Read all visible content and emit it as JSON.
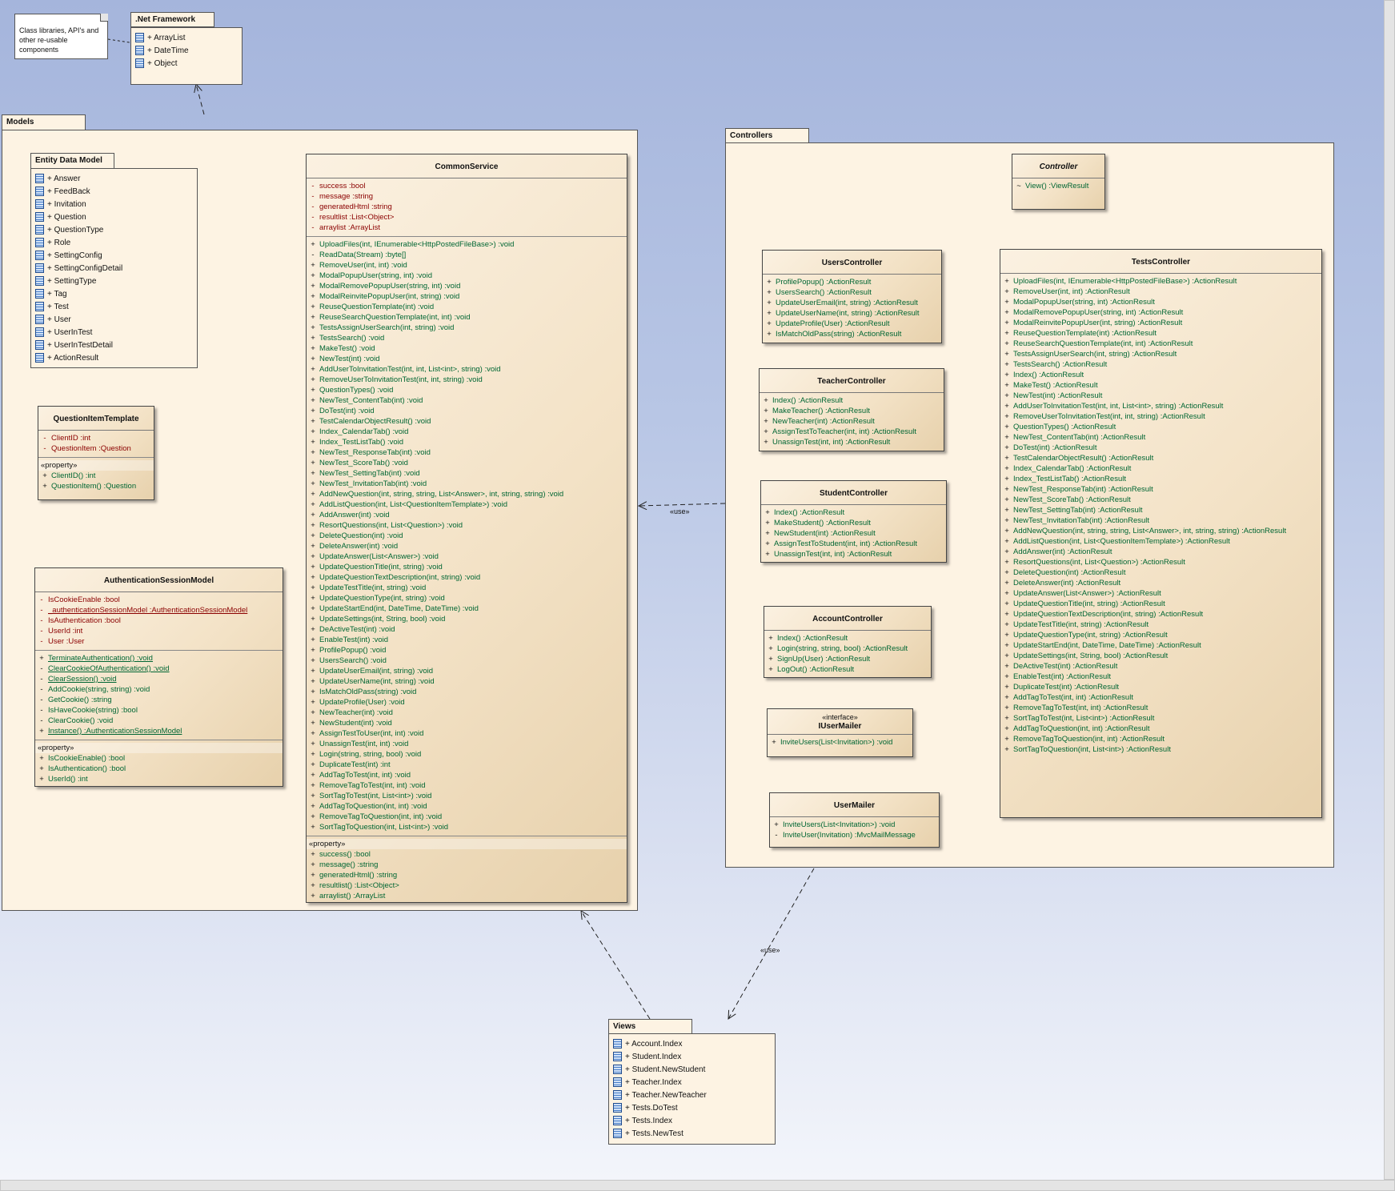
{
  "note": {
    "text": "Class libraries, API's and other re-usable components"
  },
  "net_framework": {
    "title": ".Net Framework",
    "items": [
      "+ ArrayList",
      "+ DateTime",
      "+ Object"
    ]
  },
  "models": {
    "title": "Models",
    "entity_data_model": {
      "title": "Entity Data Model",
      "items": [
        "+ Answer",
        "+ FeedBack",
        "+ Invitation",
        "+ Question",
        "+ QuestionType",
        "+ Role",
        "+ SettingConfig",
        "+ SettingConfigDetail",
        "+ SettingType",
        "+ Tag",
        "+ Test",
        "+ User",
        "+ UserInTest",
        "+ UserInTestDetail",
        "+ ActionResult"
      ]
    },
    "question_item_template": {
      "title": "QuestionItemTemplate",
      "attributes": [
        {
          "v": "-",
          "t": "ClientID  :int"
        },
        {
          "v": "-",
          "t": "QuestionItem  :Question"
        }
      ],
      "property_label": "«property»",
      "properties": [
        {
          "v": "+",
          "t": "ClientID()  :int"
        },
        {
          "v": "+",
          "t": "QuestionItem()  :Question"
        }
      ]
    },
    "auth_session_model": {
      "title": "AuthenticationSessionModel",
      "attributes": [
        {
          "v": "-",
          "t": "IsCookieEnable  :bool"
        },
        {
          "v": "-",
          "t": "_authenticationSessionModel  :AuthenticationSessionModel",
          "u": true
        },
        {
          "v": "-",
          "t": "IsAuthentication  :bool"
        },
        {
          "v": "-",
          "t": "UserId  :int"
        },
        {
          "v": "-",
          "t": "User  :User"
        }
      ],
      "methods": [
        {
          "v": "+",
          "t": "TerminateAuthentication()  :void",
          "u": true
        },
        {
          "v": "-",
          "t": "ClearCookieOfAuthentication()  :void",
          "u": true
        },
        {
          "v": "-",
          "t": "ClearSession()  :void",
          "u": true
        },
        {
          "v": "-",
          "t": "AddCookie(string, string)  :void"
        },
        {
          "v": "-",
          "t": "GetCookie()  :string"
        },
        {
          "v": "-",
          "t": "IsHaveCookie(string)  :bool"
        },
        {
          "v": "-",
          "t": "ClearCookie()  :void"
        },
        {
          "v": "+",
          "t": "Instance()  :AuthenticationSessionModel",
          "u": true
        }
      ],
      "property_label": "«property»",
      "properties": [
        {
          "v": "+",
          "t": "IsCookieEnable()  :bool"
        },
        {
          "v": "+",
          "t": "IsAuthentication()  :bool"
        },
        {
          "v": "+",
          "t": "UserId()  :int"
        }
      ]
    },
    "common_service": {
      "title": "CommonService",
      "attributes": [
        {
          "v": "-",
          "t": "success  :bool"
        },
        {
          "v": "-",
          "t": "message  :string"
        },
        {
          "v": "-",
          "t": "generatedHtml  :string"
        },
        {
          "v": "-",
          "t": "resultlist  :List<Object>"
        },
        {
          "v": "-",
          "t": "arraylist  :ArrayList"
        }
      ],
      "methods": [
        {
          "v": "+",
          "t": "UploadFiles(int, IEnumerable<HttpPostedFileBase>)  :void"
        },
        {
          "v": "-",
          "t": "ReadData(Stream)  :byte[]"
        },
        {
          "v": "+",
          "t": "RemoveUser(int, int)  :void"
        },
        {
          "v": "+",
          "t": "ModalPopupUser(string, int)  :void"
        },
        {
          "v": "+",
          "t": "ModalRemovePopupUser(string, int)  :void"
        },
        {
          "v": "+",
          "t": "ModalReinvitePopupUser(int, string)  :void"
        },
        {
          "v": "+",
          "t": "ReuseQuestionTemplate(int)  :void"
        },
        {
          "v": "+",
          "t": "ReuseSearchQuestionTemplate(int, int)  :void"
        },
        {
          "v": "+",
          "t": "TestsAssignUserSearch(int, string)  :void"
        },
        {
          "v": "+",
          "t": "TestsSearch()  :void"
        },
        {
          "v": "+",
          "t": "MakeTest()  :void"
        },
        {
          "v": "+",
          "t": "NewTest(int)  :void"
        },
        {
          "v": "+",
          "t": "AddUserToInvitationTest(int, int, List<int>, string)  :void"
        },
        {
          "v": "+",
          "t": "RemoveUserToInvitationTest(int, int, string)  :void"
        },
        {
          "v": "+",
          "t": "QuestionTypes()  :void"
        },
        {
          "v": "+",
          "t": "NewTest_ContentTab(int)  :void"
        },
        {
          "v": "+",
          "t": "DoTest(int)  :void"
        },
        {
          "v": "+",
          "t": "TestCalendarObjectResult()  :void"
        },
        {
          "v": "+",
          "t": "Index_CalendarTab()  :void"
        },
        {
          "v": "+",
          "t": "Index_TestListTab()  :void"
        },
        {
          "v": "+",
          "t": "NewTest_ResponseTab(int)  :void"
        },
        {
          "v": "+",
          "t": "NewTest_ScoreTab()  :void"
        },
        {
          "v": "+",
          "t": "NewTest_SettingTab(int)  :void"
        },
        {
          "v": "+",
          "t": "NewTest_InvitationTab(int)  :void"
        },
        {
          "v": "+",
          "t": "AddNewQuestion(int, string, string, List<Answer>, int, string, string)  :void"
        },
        {
          "v": "+",
          "t": "AddListQuestion(int, List<QuestionItemTemplate>)  :void"
        },
        {
          "v": "+",
          "t": "AddAnswer(int)  :void"
        },
        {
          "v": "+",
          "t": "ResortQuestions(int, List<Question>)  :void"
        },
        {
          "v": "+",
          "t": "DeleteQuestion(int)  :void"
        },
        {
          "v": "+",
          "t": "DeleteAnswer(int)  :void"
        },
        {
          "v": "+",
          "t": "UpdateAnswer(List<Answer>)  :void"
        },
        {
          "v": "+",
          "t": "UpdateQuestionTitle(int, string)  :void"
        },
        {
          "v": "+",
          "t": "UpdateQuestionTextDescription(int, string)  :void"
        },
        {
          "v": "+",
          "t": "UpdateTestTitle(int, string)  :void"
        },
        {
          "v": "+",
          "t": "UpdateQuestionType(int, string)  :void"
        },
        {
          "v": "+",
          "t": "UpdateStartEnd(int, DateTime, DateTime)  :void"
        },
        {
          "v": "+",
          "t": "UpdateSettings(int, String, bool)  :void"
        },
        {
          "v": "+",
          "t": "DeActiveTest(int)  :void"
        },
        {
          "v": "+",
          "t": "EnableTest(int)  :void"
        },
        {
          "v": "+",
          "t": "ProfilePopup()  :void"
        },
        {
          "v": "+",
          "t": "UsersSearch()  :void"
        },
        {
          "v": "+",
          "t": "UpdateUserEmail(int, string)  :void"
        },
        {
          "v": "+",
          "t": "UpdateUserName(int, string)  :void"
        },
        {
          "v": "+",
          "t": "IsMatchOldPass(string)  :void"
        },
        {
          "v": "+",
          "t": "UpdateProfile(User)  :void"
        },
        {
          "v": "+",
          "t": "NewTeacher(int)  :void"
        },
        {
          "v": "+",
          "t": "NewStudent(int)  :void"
        },
        {
          "v": "+",
          "t": "AssignTestToUser(int, int)  :void"
        },
        {
          "v": "+",
          "t": "UnassignTest(int, int)  :void"
        },
        {
          "v": "+",
          "t": "Login(string, string, bool)  :void"
        },
        {
          "v": "+",
          "t": "DuplicateTest(int)  :int"
        },
        {
          "v": "+",
          "t": "AddTagToTest(int, int)  :void"
        },
        {
          "v": "+",
          "t": "RemoveTagToTest(int, int)  :void"
        },
        {
          "v": "+",
          "t": "SortTagToTest(int, List<int>)  :void"
        },
        {
          "v": "+",
          "t": "AddTagToQuestion(int, int)  :void"
        },
        {
          "v": "+",
          "t": "RemoveTagToQuestion(int, int)  :void"
        },
        {
          "v": "+",
          "t": "SortTagToQuestion(int, List<int>)  :void"
        }
      ],
      "property_label": "«property»",
      "properties": [
        {
          "v": "+",
          "t": "success()  :bool"
        },
        {
          "v": "+",
          "t": "message()  :string"
        },
        {
          "v": "+",
          "t": "generatedHtml()  :string"
        },
        {
          "v": "+",
          "t": "resultlist()  :List<Object>"
        },
        {
          "v": "+",
          "t": "arraylist()  :ArrayList"
        }
      ]
    }
  },
  "controllers": {
    "title": "Controllers",
    "controller": {
      "title": "Controller",
      "methods": [
        {
          "v": "~",
          "t": "View()  :ViewResult"
        }
      ]
    },
    "users_controller": {
      "title": "UsersController",
      "methods": [
        {
          "v": "+",
          "t": "ProfilePopup()  :ActionResult"
        },
        {
          "v": "+",
          "t": "UsersSearch()  :ActionResult"
        },
        {
          "v": "+",
          "t": "UpdateUserEmail(int, string)  :ActionResult"
        },
        {
          "v": "+",
          "t": "UpdateUserName(int, string)  :ActionResult"
        },
        {
          "v": "+",
          "t": "UpdateProfile(User)  :ActionResult"
        },
        {
          "v": "+",
          "t": "IsMatchOldPass(string)  :ActionResult"
        }
      ]
    },
    "teacher_controller": {
      "title": "TeacherController",
      "methods": [
        {
          "v": "+",
          "t": "Index()  :ActionResult"
        },
        {
          "v": "+",
          "t": "MakeTeacher()  :ActionResult"
        },
        {
          "v": "+",
          "t": "NewTeacher(int)  :ActionResult"
        },
        {
          "v": "+",
          "t": "AssignTestToTeacher(int, int)  :ActionResult"
        },
        {
          "v": "+",
          "t": "UnassignTest(int, int)  :ActionResult"
        }
      ]
    },
    "student_controller": {
      "title": "StudentController",
      "methods": [
        {
          "v": "+",
          "t": "Index()  :ActionResult"
        },
        {
          "v": "+",
          "t": "MakeStudent()  :ActionResult"
        },
        {
          "v": "+",
          "t": "NewStudent(int)  :ActionResult"
        },
        {
          "v": "+",
          "t": "AssignTestToStudent(int, int)  :ActionResult"
        },
        {
          "v": "+",
          "t": "UnassignTest(int, int)  :ActionResult"
        }
      ]
    },
    "account_controller": {
      "title": "AccountController",
      "methods": [
        {
          "v": "+",
          "t": "Index()  :ActionResult"
        },
        {
          "v": "+",
          "t": "Login(string, string, bool)  :ActionResult"
        },
        {
          "v": "+",
          "t": "SignUp(User)  :ActionResult"
        },
        {
          "v": "+",
          "t": "LogOut()  :ActionResult"
        }
      ]
    },
    "iusermailer": {
      "stereotype": "«interface»",
      "title": "IUserMailer",
      "methods": [
        {
          "v": "+",
          "t": "InviteUsers(List<Invitation>)  :void"
        }
      ]
    },
    "usermailer": {
      "title": "UserMailer",
      "methods": [
        {
          "v": "+",
          "t": "InviteUsers(List<Invitation>)  :void"
        },
        {
          "v": "-",
          "t": "InviteUser(Invitation)  :MvcMailMessage"
        }
      ]
    },
    "tests_controller": {
      "title": "TestsController",
      "methods": [
        {
          "v": "+",
          "t": "UploadFiles(int, IEnumerable<HttpPostedFileBase>)  :ActionResult"
        },
        {
          "v": "+",
          "t": "RemoveUser(int, int)  :ActionResult"
        },
        {
          "v": "+",
          "t": "ModalPopupUser(string, int)  :ActionResult"
        },
        {
          "v": "+",
          "t": "ModalRemovePopupUser(string, int)  :ActionResult"
        },
        {
          "v": "+",
          "t": "ModalReinvitePopupUser(int, string)  :ActionResult"
        },
        {
          "v": "+",
          "t": "ReuseQuestionTemplate(int)  :ActionResult"
        },
        {
          "v": "+",
          "t": "ReuseSearchQuestionTemplate(int, int)  :ActionResult"
        },
        {
          "v": "+",
          "t": "TestsAssignUserSearch(int, string)  :ActionResult"
        },
        {
          "v": "+",
          "t": "TestsSearch()  :ActionResult"
        },
        {
          "v": "+",
          "t": "Index()  :ActionResult"
        },
        {
          "v": "+",
          "t": "MakeTest()  :ActionResult"
        },
        {
          "v": "+",
          "t": "NewTest(int)  :ActionResult"
        },
        {
          "v": "+",
          "t": "AddUserToInvitationTest(int, int, List<int>, string)  :ActionResult"
        },
        {
          "v": "+",
          "t": "RemoveUserToInvitationTest(int, int, string)  :ActionResult"
        },
        {
          "v": "+",
          "t": "QuestionTypes()  :ActionResult"
        },
        {
          "v": "+",
          "t": "NewTest_ContentTab(int)  :ActionResult"
        },
        {
          "v": "+",
          "t": "DoTest(int)  :ActionResult"
        },
        {
          "v": "+",
          "t": "TestCalendarObjectResult()  :ActionResult"
        },
        {
          "v": "+",
          "t": "Index_CalendarTab()  :ActionResult"
        },
        {
          "v": "+",
          "t": "Index_TestListTab()  :ActionResult"
        },
        {
          "v": "+",
          "t": "NewTest_ResponseTab(int)  :ActionResult"
        },
        {
          "v": "+",
          "t": "NewTest_ScoreTab()  :ActionResult"
        },
        {
          "v": "+",
          "t": "NewTest_SettingTab(int)  :ActionResult"
        },
        {
          "v": "+",
          "t": "NewTest_InvitationTab(int)  :ActionResult"
        },
        {
          "v": "+",
          "t": "AddNewQuestion(int, string, string, List<Answer>, int, string, string)  :ActionResult"
        },
        {
          "v": "+",
          "t": "AddListQuestion(int, List<QuestionItemTemplate>)  :ActionResult"
        },
        {
          "v": "+",
          "t": "AddAnswer(int)  :ActionResult"
        },
        {
          "v": "+",
          "t": "ResortQuestions(int, List<Question>)  :ActionResult"
        },
        {
          "v": "+",
          "t": "DeleteQuestion(int)  :ActionResult"
        },
        {
          "v": "+",
          "t": "DeleteAnswer(int)  :ActionResult"
        },
        {
          "v": "+",
          "t": "UpdateAnswer(List<Answer>)  :ActionResult"
        },
        {
          "v": "+",
          "t": "UpdateQuestionTitle(int, string)  :ActionResult"
        },
        {
          "v": "+",
          "t": "UpdateQuestionTextDescription(int, string)  :ActionResult"
        },
        {
          "v": "+",
          "t": "UpdateTestTitle(int, string)  :ActionResult"
        },
        {
          "v": "+",
          "t": "UpdateQuestionType(int, string)  :ActionResult"
        },
        {
          "v": "+",
          "t": "UpdateStartEnd(int, DateTime, DateTime)  :ActionResult"
        },
        {
          "v": "+",
          "t": "UpdateSettings(int, String, bool)  :ActionResult"
        },
        {
          "v": "+",
          "t": "DeActiveTest(int)  :ActionResult"
        },
        {
          "v": "+",
          "t": "EnableTest(int)  :ActionResult"
        },
        {
          "v": "+",
          "t": "DuplicateTest(int)  :ActionResult"
        },
        {
          "v": "+",
          "t": "AddTagToTest(int, int)  :ActionResult"
        },
        {
          "v": "+",
          "t": "RemoveTagToTest(int, int)  :ActionResult"
        },
        {
          "v": "+",
          "t": "SortTagToTest(int, List<int>)  :ActionResult"
        },
        {
          "v": "+",
          "t": "AddTagToQuestion(int, int)  :ActionResult"
        },
        {
          "v": "+",
          "t": "RemoveTagToQuestion(int, int)  :ActionResult"
        },
        {
          "v": "+",
          "t": "SortTagToQuestion(int, List<int>)  :ActionResult"
        }
      ]
    }
  },
  "views": {
    "title": "Views",
    "items": [
      "+ Account.Index",
      "+ Student.Index",
      "+ Student.NewStudent",
      "+ Teacher.Index",
      "+ Teacher.NewTeacher",
      "+ Tests.DoTest",
      "+ Tests.Index",
      "+ Tests.NewTest"
    ]
  },
  "use_labels": [
    "«use»",
    "«use»"
  ]
}
